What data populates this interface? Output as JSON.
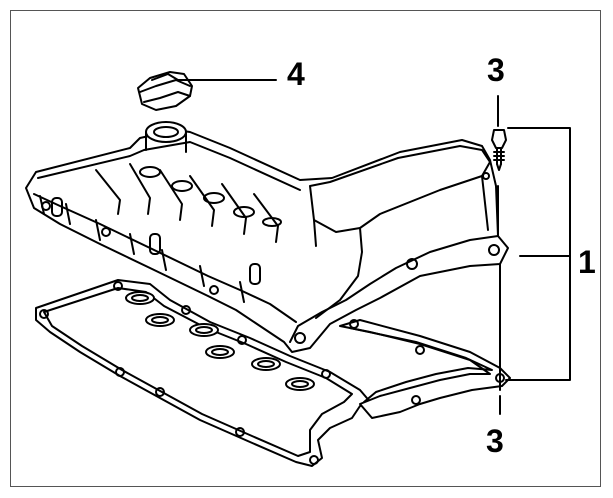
{
  "callouts": {
    "cover": "1",
    "fastener_top": "3",
    "fastener_bottom": "3",
    "oil_cap": "4"
  },
  "colors": {
    "line": "#000000",
    "fill": "#ffffff",
    "shade": "#e6e6e6"
  }
}
